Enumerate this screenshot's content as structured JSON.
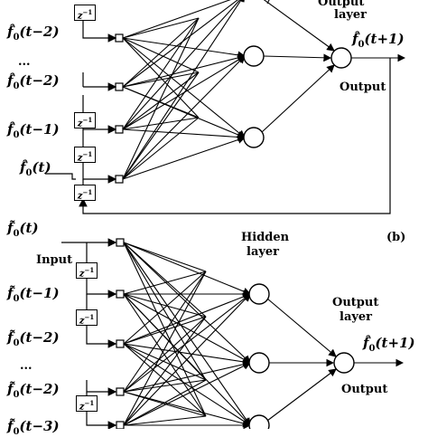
{
  "panel_a": {
    "inputs": [
      {
        "var": "f̂",
        "sub": "0",
        "arg": "(t−2)"
      },
      {
        "var": "f̂",
        "sub": "0",
        "arg": "(t−2)"
      },
      {
        "var": "f̂",
        "sub": "0",
        "arg": "(t−1)"
      },
      {
        "var": "f̂",
        "sub": "0",
        "arg": "(t)"
      }
    ],
    "ellipsis": "...",
    "delay_label": "z",
    "delay_exp": "−1",
    "output_layer_top": "Output",
    "output_layer_bottom": "layer",
    "output_var": "f̂",
    "output_sub": "0",
    "output_arg": "(t+1)",
    "output_label": "Output"
  },
  "panel_b": {
    "tag": "(b)",
    "top_input": {
      "var": "f̃",
      "sub": "0",
      "arg": "(t)"
    },
    "input_label": "Input",
    "inputs": [
      {
        "var": "f̃",
        "sub": "0",
        "arg": "(t−1)"
      },
      {
        "var": "f̃",
        "sub": "0",
        "arg": "(t−2)"
      },
      {
        "var": "f̃",
        "sub": "0",
        "arg": "(t−2)"
      },
      {
        "var": "f̃",
        "sub": "0",
        "arg": "(t−3)"
      }
    ],
    "ellipsis": "...",
    "delay_label": "z",
    "delay_exp": "−1",
    "hidden_top": "Hidden",
    "hidden_bottom": "layer",
    "output_layer_top": "Output",
    "output_layer_bottom": "layer",
    "output_var": "f̂",
    "output_sub": "0",
    "output_arg": "(t+1)",
    "output_label": "Output"
  }
}
